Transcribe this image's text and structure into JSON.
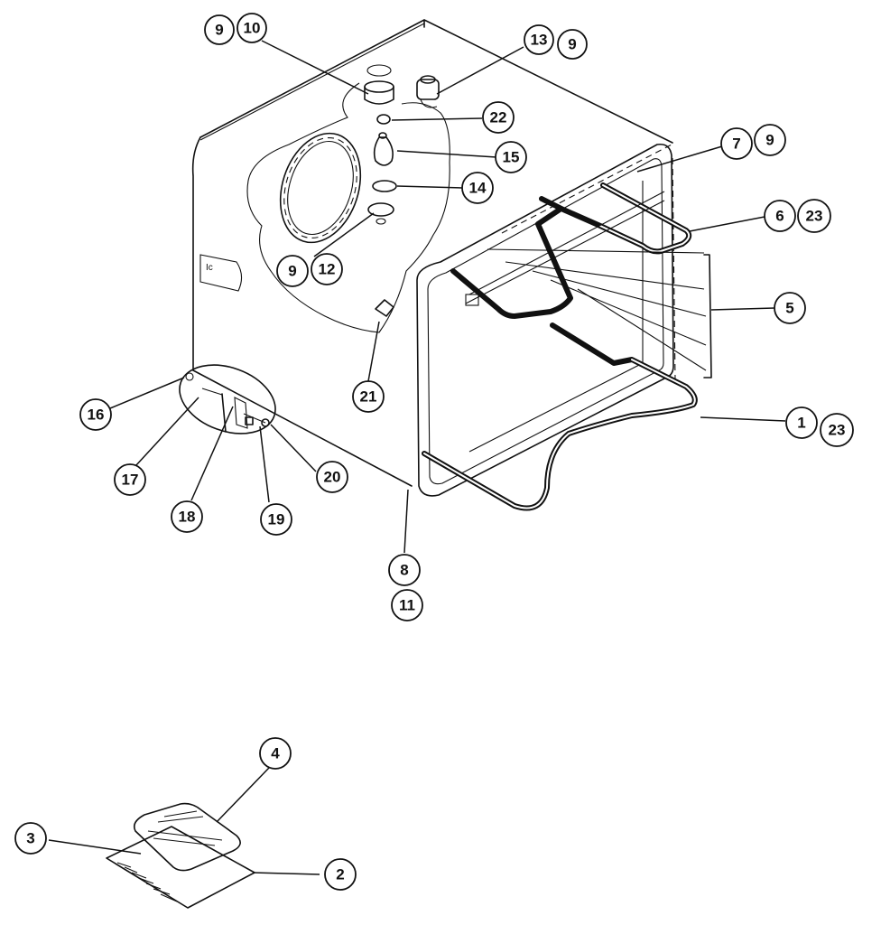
{
  "diagram": {
    "callouts": [
      {
        "id": "c9a",
        "label": "9"
      },
      {
        "id": "c10",
        "label": "10"
      },
      {
        "id": "c13",
        "label": "13"
      },
      {
        "id": "c9b",
        "label": "9"
      },
      {
        "id": "c22",
        "label": "22"
      },
      {
        "id": "c15",
        "label": "15"
      },
      {
        "id": "c7",
        "label": "7"
      },
      {
        "id": "c9c",
        "label": "9"
      },
      {
        "id": "c14",
        "label": "14"
      },
      {
        "id": "c6",
        "label": "6"
      },
      {
        "id": "c23a",
        "label": "23"
      },
      {
        "id": "c9d",
        "label": "9"
      },
      {
        "id": "c12",
        "label": "12"
      },
      {
        "id": "c5",
        "label": "5"
      },
      {
        "id": "c21",
        "label": "21"
      },
      {
        "id": "c16",
        "label": "16"
      },
      {
        "id": "c1",
        "label": "1"
      },
      {
        "id": "c23b",
        "label": "23"
      },
      {
        "id": "c17",
        "label": "17"
      },
      {
        "id": "c20",
        "label": "20"
      },
      {
        "id": "c18",
        "label": "18"
      },
      {
        "id": "c19",
        "label": "19"
      },
      {
        "id": "c8",
        "label": "8"
      },
      {
        "id": "c11",
        "label": "11"
      },
      {
        "id": "c4",
        "label": "4"
      },
      {
        "id": "c3",
        "label": "3"
      },
      {
        "id": "c2",
        "label": "2"
      }
    ],
    "tag_text": "Ic"
  }
}
